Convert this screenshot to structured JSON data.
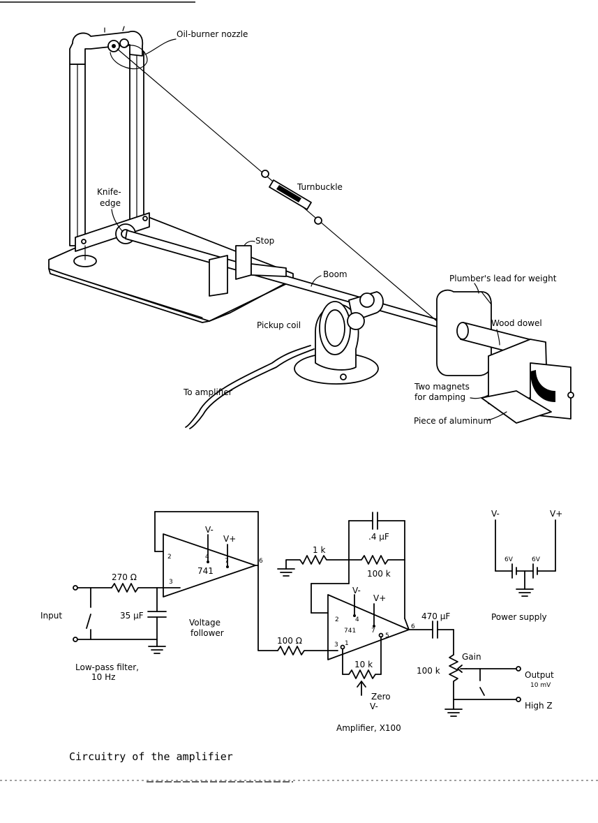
{
  "apparatus": {
    "oil_burner_nozzle": "Oil-burner nozzle",
    "turnbuckle": "Turnbuckle",
    "knife_edge_1": "Knife-",
    "knife_edge_2": "edge",
    "stop": "Stop",
    "boom": "Boom",
    "plumbers_lead": "Plumber's lead for weight",
    "wood_dowel": "Wood dowel",
    "pickup_coil": "Pickup coil",
    "two_magnets_1": "Two magnets",
    "two_magnets_2": "for damping",
    "aluminum": "Piece of aluminum",
    "to_amplifier": "To amplifier"
  },
  "circuit": {
    "input": "Input",
    "r_270": "270 Ω",
    "c_35": "35 μF",
    "lowpass_1": "Low-pass filter,",
    "lowpass_2": "10 Hz",
    "op1": "741",
    "op1_pin2": "2",
    "op1_pin3": "3",
    "op1_pin4": "4",
    "op1_pin7": "7",
    "op1_pin6": "6",
    "op1_vminus": "V-",
    "op1_vplus": "V+",
    "voltage_follower_1": "Voltage",
    "voltage_follower_2": "follower",
    "r_1k": "1 k",
    "r_100k": "100 k",
    "c_04": ".4 μF",
    "r_100": "100 Ω",
    "op2": "741",
    "op2_pin2": "2",
    "op2_pin3": "3",
    "op2_pin4": "4",
    "op2_pin7": "7",
    "op2_pin1": "1",
    "op2_pin5": "5",
    "op2_pin6": "6",
    "op2_vminus": "V-",
    "op2_vplus": "V+",
    "r_10k": "10 k",
    "zero": "Zero",
    "zero_v": "V-",
    "amplifier": "Amplifier, X100",
    "c_470": "470 μF",
    "pot_100k": "100 k",
    "gain": "Gain",
    "output_1": "Output",
    "output_2": "10 mV",
    "high_z": "High Z",
    "ps_vminus": "V-",
    "ps_vplus": "V+",
    "ps_6v_a": "6V",
    "ps_6v_b": "6V",
    "power_supply": "Power supply"
  },
  "caption": "Circuitry of the amplifier"
}
